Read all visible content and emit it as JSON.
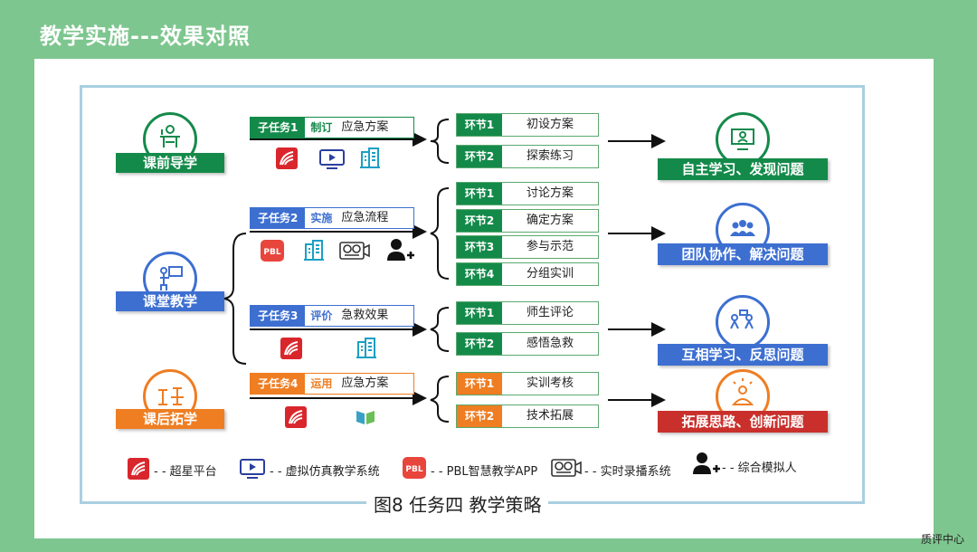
{
  "slide": {
    "title": "教学实施---效果对照",
    "corner_label": "质评中心"
  },
  "colors": {
    "green": "#148a4a",
    "blue": "#3d6fd1",
    "orange": "#ef7d22",
    "red": "#c9302c"
  },
  "stages": [
    {
      "label": "课前导学",
      "icon": "teacher-desk-icon",
      "color": "green"
    },
    {
      "label": "课堂教学",
      "icon": "teacher-board-icon",
      "color": "blue"
    },
    {
      "label": "课后拓学",
      "icon": "book-stand-icon",
      "color": "orange"
    }
  ],
  "tasks": [
    {
      "tag": "子任务1",
      "action": "制订",
      "desc": "应急方案",
      "tools": [
        "chaoxing-icon",
        "monitor-icon",
        "building-icon"
      ]
    },
    {
      "tag": "子任务2",
      "action": "实施",
      "desc": "应急流程",
      "tools": [
        "pbl-icon",
        "building-icon",
        "recorder-icon",
        "add-person-icon"
      ]
    },
    {
      "tag": "子任务3",
      "action": "评价",
      "desc": "急救效果",
      "tools": [
        "chaoxing-icon",
        "building-icon"
      ]
    },
    {
      "tag": "子任务4",
      "action": "运用",
      "desc": "应急方案",
      "tools": [
        "chaoxing-icon",
        "book-icon"
      ]
    }
  ],
  "links": [
    {
      "n": "环节1",
      "t": "初设方案"
    },
    {
      "n": "环节2",
      "t": "探索练习"
    },
    {
      "n": "环节1",
      "t": "讨论方案"
    },
    {
      "n": "环节2",
      "t": "确定方案"
    },
    {
      "n": "环节3",
      "t": "参与示范"
    },
    {
      "n": "环节4",
      "t": "分组实训"
    },
    {
      "n": "环节1",
      "t": "师生评论"
    },
    {
      "n": "环节2",
      "t": "感悟急救"
    },
    {
      "n": "环节1",
      "t": "实训考核"
    },
    {
      "n": "环节2",
      "t": "技术拓展"
    }
  ],
  "results": [
    {
      "label": "自主学习、发现问题",
      "icon": "monitor-person-icon"
    },
    {
      "label": "团队协作、解决问题",
      "icon": "team-icon"
    },
    {
      "label": "互相学习、反思问题",
      "icon": "discussion-icon"
    },
    {
      "label": "拓展思路、创新问题",
      "icon": "lightbulb-person-icon"
    }
  ],
  "legend": [
    {
      "icon": "chaoxing-icon",
      "label": "超星平台"
    },
    {
      "icon": "monitor-icon",
      "label": "虚拟仿真教学系统"
    },
    {
      "icon": "pbl-icon",
      "label": "PBL智慧教学APP"
    },
    {
      "icon": "recorder-icon",
      "label": "实时录播系统"
    },
    {
      "icon": "add-person-icon",
      "label": "综合模拟人"
    }
  ],
  "caption": "图8  任务四 教学策略",
  "pbl_text": "PBL"
}
